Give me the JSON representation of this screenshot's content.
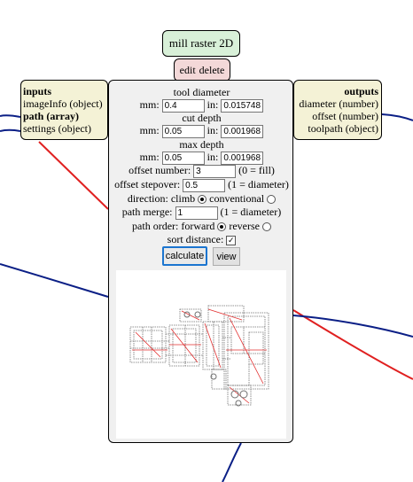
{
  "node": {
    "title": "mill raster 2D",
    "edit_label": "edit",
    "delete_label": "delete"
  },
  "inputs": {
    "heading": "inputs",
    "items": [
      "imageInfo (object)",
      "path (array)",
      "settings (object)"
    ]
  },
  "outputs": {
    "heading": "outputs",
    "items": [
      "diameter (number)",
      "offset (number)",
      "toolpath (object)"
    ]
  },
  "form": {
    "tool_diameter": {
      "label": "tool diameter",
      "mm_label": "mm:",
      "mm": "0.4",
      "in_label": "in:",
      "in": "0.015748"
    },
    "cut_depth": {
      "label": "cut depth",
      "mm_label": "mm:",
      "mm": "0.05",
      "in_label": "in:",
      "in": "0.001968"
    },
    "max_depth": {
      "label": "max depth",
      "mm_label": "mm:",
      "mm": "0.05",
      "in_label": "in:",
      "in": "0.001968"
    },
    "offset_number": {
      "label": "offset number:",
      "value": "3",
      "note": "(0 = fill)"
    },
    "offset_stepover": {
      "label": "offset stepover:",
      "value": "0.5",
      "note": "(1 = diameter)"
    },
    "direction": {
      "label": "direction:",
      "option1": "climb",
      "option2": "conventional",
      "selected": "climb"
    },
    "path_merge": {
      "label": "path merge:",
      "value": "1",
      "note": "(1 = diameter)"
    },
    "path_order": {
      "label": "path order:",
      "option1": "forward",
      "option2": "reverse",
      "selected": "forward"
    },
    "sort_distance": {
      "label": "sort distance:",
      "checked": true
    }
  },
  "buttons": {
    "calculate": "calculate",
    "view": "view"
  },
  "colors": {
    "wire_blue": "#0b1f86",
    "wire_red": "#e02020",
    "toolpath_gray": "#707070",
    "toolpath_red": "#e23030"
  }
}
